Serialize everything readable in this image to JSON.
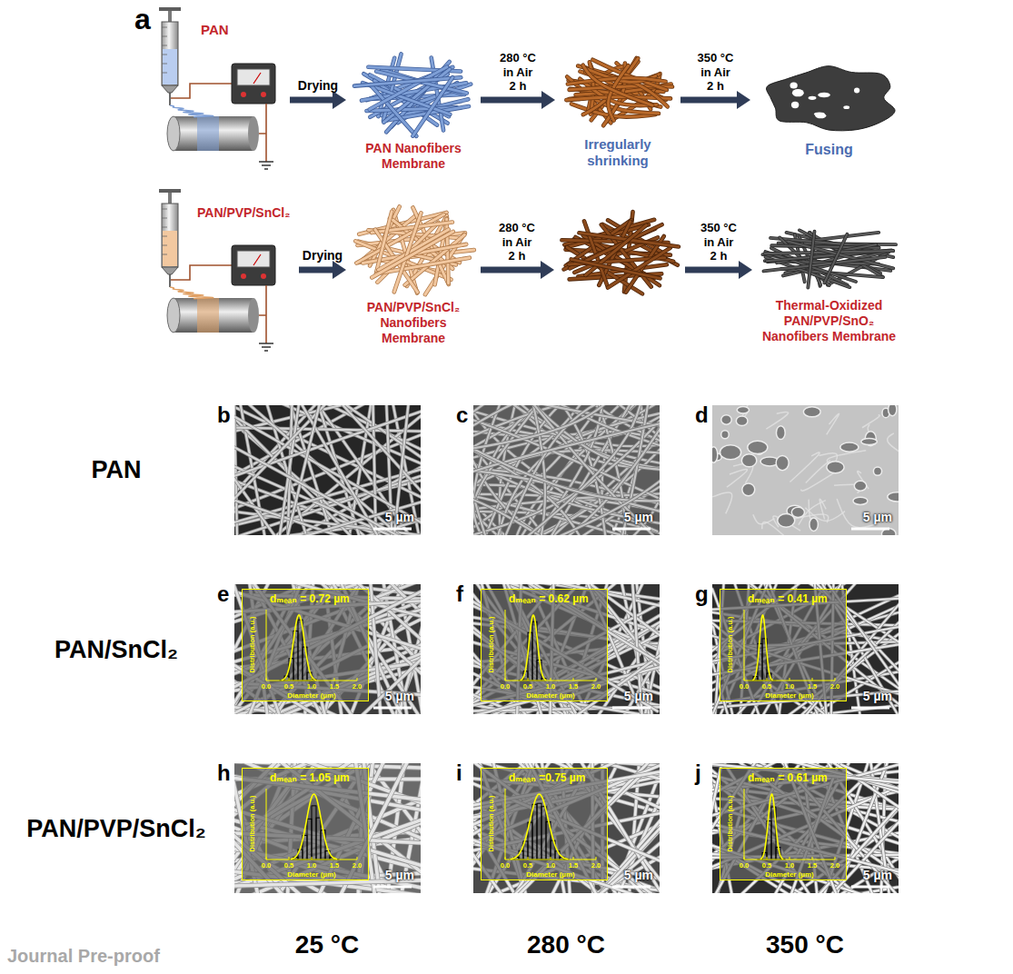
{
  "diagram": {
    "nodes": [
      {
        "text": [
          "PAN"
        ]
      },
      {
        "text": [
          "PAN Nanofibers Membrane"
        ]
      },
      {
        "text": [
          "Irregularly shrinking"
        ]
      },
      {
        "text": [
          "Fusing"
        ]
      },
      {
        "text": [
          "PAN/PVP/SnCl₂"
        ]
      },
      {
        "text": [
          "PAN/PVP/SnCl₂ Nanofibers Membrane"
        ]
      },
      {
        "text": [
          "Thermal-Oxidized PAN/PVP/SnO₂ Nanofibers Membrane"
        ]
      },
      {
        "text": [
          "b",
          "5 µm"
        ]
      },
      {
        "text": [
          "c",
          "5 µm"
        ]
      },
      {
        "text": [
          "d",
          "5 µm"
        ]
      },
      {
        "text": [
          "e",
          "5 µm"
        ]
      },
      {
        "text": [
          "f",
          "5 µm"
        ]
      },
      {
        "text": [
          "g",
          "5 µm"
        ]
      },
      {
        "text": [
          "h",
          "5 µm"
        ]
      },
      {
        "text": [
          "i",
          "5 µm"
        ]
      },
      {
        "text": [
          "j",
          "5 µm"
        ]
      },
      {
        "text": [
          "dₘₑₐₙ = 0.72 µm",
          "Distribution (a.u.)",
          "0.0",
          "0.5",
          "1.0",
          "1.5",
          "2.0",
          "Diameter (µm)"
        ],
        "in": 10
      },
      {
        "text": [
          "dₘₑₐₙ = 0.62 µm",
          "Distribution (a.u.)",
          "0.0",
          "0.5",
          "1.0",
          "1.5",
          "2.0",
          "Diameter (µm)"
        ],
        "in": 11
      },
      {
        "text": [
          "dₘₑₐₙ = 0.41 µm",
          "Distribution (a.u.)",
          "0.0",
          "0.5",
          "1.0",
          "1.5",
          "2.0",
          "Diameter (µm)"
        ],
        "in": 12
      },
      {
        "text": [
          "dₘₑₐₙ = 1.05 µm",
          "Distribution (a.u.)",
          "0.0",
          "0.5",
          "1.0",
          "1.5",
          "2.0",
          "Diameter (µm)"
        ],
        "in": 13
      },
      {
        "text": [
          "dₘₑₐₙ =0.75 µm",
          "Distribution (a.u.)",
          "0.0",
          "0.5",
          "1.0",
          "1.5",
          "2.0",
          "Diameter (µm)"
        ],
        "in": 14
      },
      {
        "text": [
          "dₘₑₐₙ = 0.61 µm",
          "Distribution (a.u.)",
          "0.0",
          "0.5",
          "1.0",
          "1.5",
          "2.0",
          "Diameter (µm)"
        ],
        "in": 15
      }
    ],
    "edges": [
      {
        "from": 0,
        "to": 1,
        "label": "Drying",
        "arrow": "to"
      },
      {
        "from": 1,
        "to": 2,
        "label": "280 °C in Air 2 h",
        "arrow": "to"
      },
      {
        "from": 2,
        "to": 3,
        "label": "350 °C in Air 2 h",
        "arrow": "to"
      },
      {
        "from": 4,
        "to": 5,
        "label": "Drying",
        "arrow": "to"
      }
    ],
    "labels": [
      "a",
      "280 °C in Air 2 h",
      "350 °C in Air 2 h",
      "PAN",
      "PAN/SnCl₂",
      "PAN/PVP/SnCl₂",
      "25 °C",
      "280 °C",
      "350 °C",
      "Journal Pre-proof"
    ]
  }
}
